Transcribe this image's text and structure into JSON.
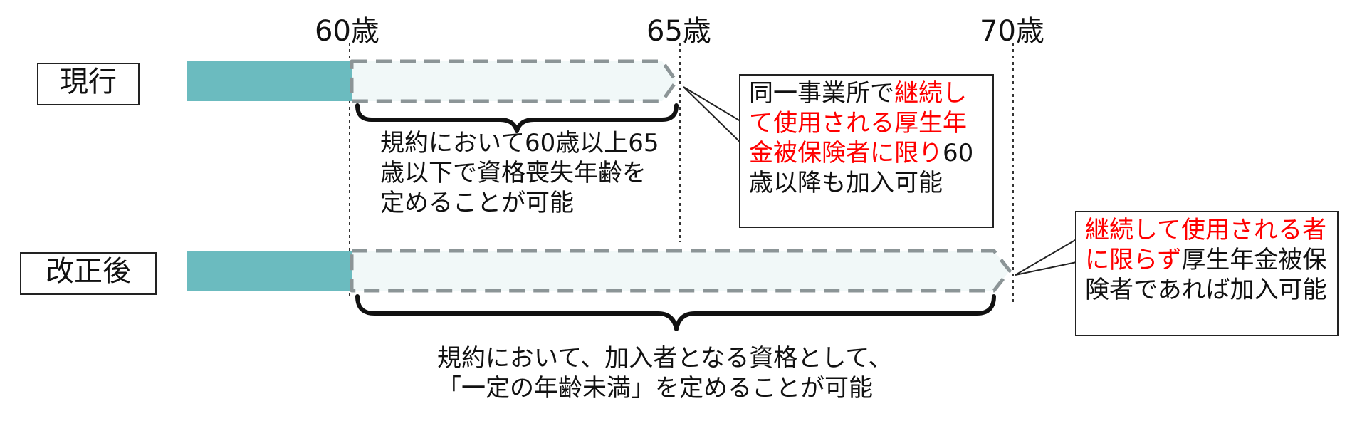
{
  "ages": {
    "a60": "60歳",
    "a65": "65歳",
    "a70": "70歳"
  },
  "rows": {
    "current": {
      "label": "現行"
    },
    "revised": {
      "label": "改正後"
    }
  },
  "current_desc": "規約において60歳以上65歳以下で資格喪失年齢を定めることが可能",
  "current_callout": {
    "part1": "同一事業所で",
    "part2_red": "継続して使用される厚生年金被保険者に限り",
    "part3": "60歳以降も加入可能"
  },
  "revised_callout": {
    "part1_red": "継続して使用される者に限らず",
    "part2": "厚生年金被保険者であれば加入可能"
  },
  "revised_desc": {
    "line1": "規約において、加入者となる資格として、",
    "line2": "「一定の年齢未満」を定めることが可能"
  },
  "colors": {
    "teal": "#6bbbbf",
    "dash": "#8c9597",
    "dash_fill": "#f1f8f8",
    "red": "#ff0000"
  }
}
